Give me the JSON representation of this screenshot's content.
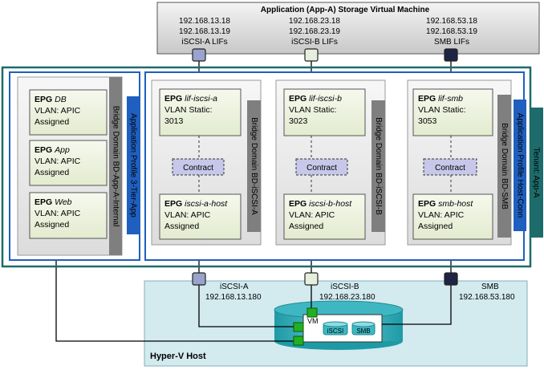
{
  "storage_vm": {
    "title": "Application  (App-A) Storage Virtual Machine",
    "columns": [
      {
        "ip1": "192.168.13.18",
        "ip2": "192.168.13.19",
        "label": "iSCSI-A LIFs"
      },
      {
        "ip1": "192.168.23.18",
        "ip2": "192.168.23.19",
        "label": "iSCSI-B LIFs"
      },
      {
        "ip1": "192.168.53.18",
        "ip2": "192.168.53.19",
        "label": "SMB LIFs"
      }
    ]
  },
  "tenant": {
    "label": "Tenant:  App-A"
  },
  "app_profile_3tier": {
    "label": "Application Profile 3-Tier-App",
    "bridge_domain": "Bridge Domain  BD-App-A-Internal",
    "epgs": [
      {
        "prefix": "EPG",
        "name": "DB",
        "line1": "VLAN: APIC",
        "line2": "Assigned"
      },
      {
        "prefix": "EPG",
        "name": "App",
        "line1": "VLAN: APIC",
        "line2": "Assigned"
      },
      {
        "prefix": "EPG",
        "name": "Web",
        "line1": "VLAN: APIC",
        "line2": "Assigned"
      }
    ]
  },
  "app_profile_hostconn": {
    "label": "Application Profile Host-Conn",
    "groups": [
      {
        "bridge_domain": "Bridge Domain BD-iSCSI-A",
        "top_epg": {
          "prefix": "EPG",
          "name": "lif-iscsi-a",
          "line1": "VLAN Static:",
          "line2": "3013"
        },
        "contract": "Contract",
        "bottom_epg": {
          "prefix": "EPG",
          "name": "iscsi-a-host",
          "line1": "VLAN: APIC",
          "line2": "Assigned"
        }
      },
      {
        "bridge_domain": "Bridge Domain BD-iSCSI-B",
        "top_epg": {
          "prefix": "EPG",
          "name": "lif-iscsi-b",
          "line1": "VLAN Static:",
          "line2": "3023"
        },
        "contract": "Contract",
        "bottom_epg": {
          "prefix": "EPG",
          "name": "iscsi-b-host",
          "line1": "VLAN: APIC",
          "line2": "Assigned"
        }
      },
      {
        "bridge_domain": "Bridge Domain BD-SMB",
        "top_epg": {
          "prefix": "EPG",
          "name": "lif-smb",
          "line1": "VLAN Static:",
          "line2": "3053"
        },
        "contract": "Contract",
        "bottom_epg": {
          "prefix": "EPG",
          "name": "smb-host",
          "line1": "VLAN: APIC",
          "line2": "Assigned"
        }
      }
    ]
  },
  "hyperv": {
    "label": "Hyper-V Host",
    "vm_label": "VM",
    "disks": [
      "iSCSI",
      "SMB"
    ],
    "networks": [
      {
        "name": "iSCSI-A",
        "ip": "192.168.13.180"
      },
      {
        "name": "iSCSI-B",
        "ip": "192.168.23.180"
      },
      {
        "name": "SMB",
        "ip": "192.168.53.180"
      }
    ]
  },
  "colors": {
    "iscsi_a_port": "#9aa3cc",
    "iscsi_b_port": "#e6eedd",
    "smb_port": "#1f2444",
    "tenant_border": "#1e6b6b",
    "profile_border": "#1f5fbf",
    "epg_fill": "#eef3df",
    "bridge_domain_fill": "#7f7f7f",
    "hyperv_fill": "#d3eaef",
    "vm_port": "#22b022"
  }
}
